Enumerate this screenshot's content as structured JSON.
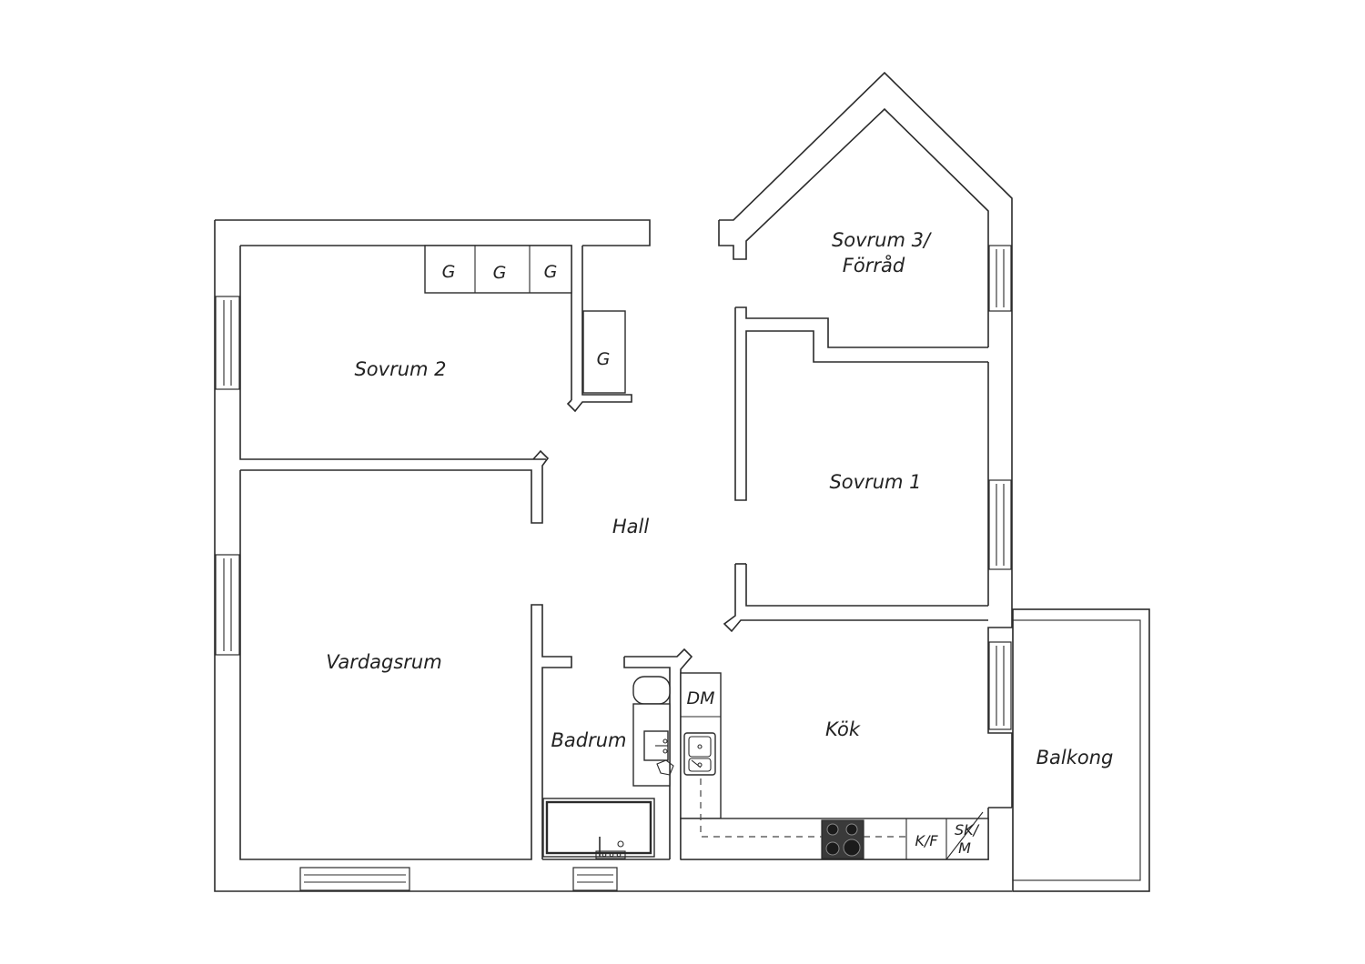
{
  "rooms": {
    "sovrum3_line1": "Sovrum 3/",
    "sovrum3_line2": "Förråd",
    "sovrum2": "Sovrum 2",
    "sovrum1": "Sovrum 1",
    "hall": "Hall",
    "vardagsrum": "Vardagsrum",
    "badrum": "Badrum",
    "kok": "Kök",
    "balkong": "Balkong"
  },
  "fixtures": {
    "wardrobe": "G",
    "dishwasher": "DM",
    "fridge_freezer": "K/F",
    "cabinet_line1": "SK/",
    "cabinet_line2": "M"
  }
}
